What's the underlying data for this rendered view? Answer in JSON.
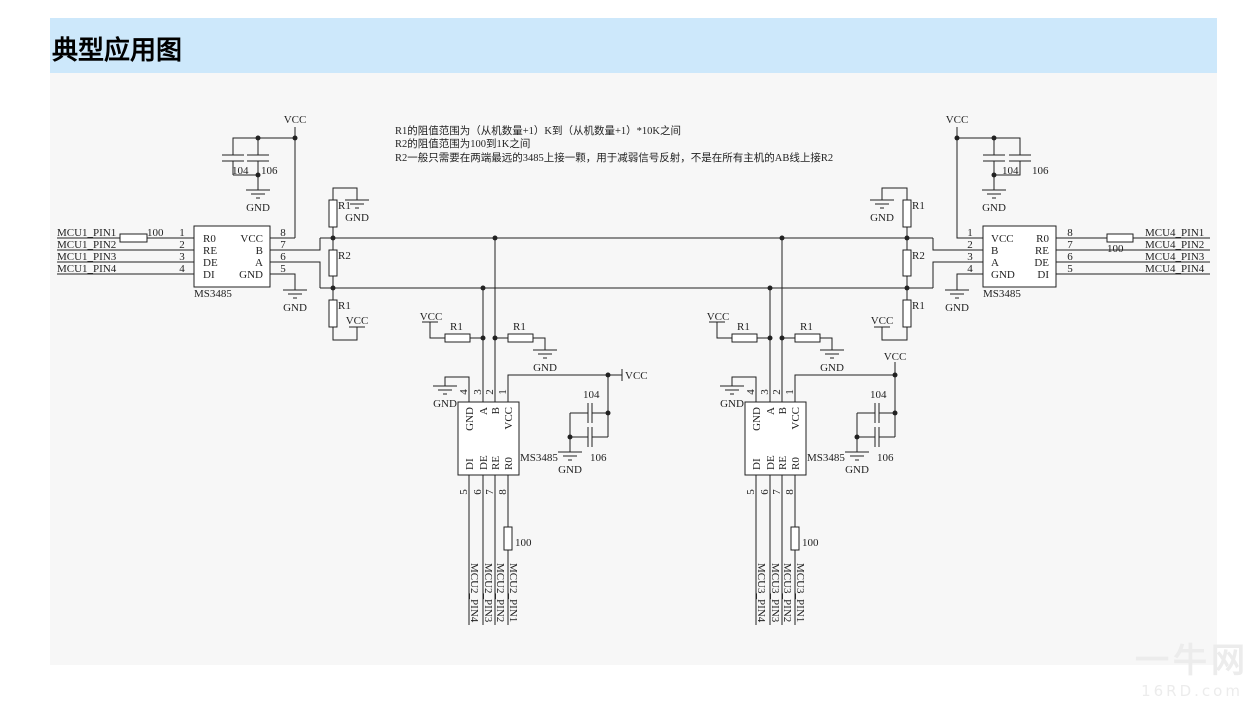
{
  "header": {
    "title": "典型应用图"
  },
  "notes": [
    "R1的阻值范围为（从机数量+1）K到（从机数量+1）*10K之间",
    "R2的阻值范围为100到1K之间",
    "R2一般只需要在两端最远的3485上接一颗，用于减弱信号反射，不是在所有主机的AB线上接R2"
  ],
  "labels": {
    "vcc": "VCC",
    "gnd": "GND",
    "chip": "MS3485",
    "r1": "R1",
    "r2": "R2",
    "res": "100",
    "cap1": "104",
    "cap2": "106"
  },
  "master_left": {
    "signals": [
      "MCU1_PIN1",
      "MCU1_PIN2",
      "MCU1_PIN3",
      "MCU1_PIN4"
    ],
    "left_pin_numbers": [
      "1",
      "2",
      "3",
      "4"
    ],
    "left_pin_names": [
      "R0",
      "RE",
      "DE",
      "DI"
    ],
    "right_pin_names": [
      "VCC",
      "B",
      "A",
      "GND"
    ],
    "right_pin_numbers": [
      "8",
      "7",
      "6",
      "5"
    ]
  },
  "master_right": {
    "signals": [
      "MCU4_PIN1",
      "MCU4_PIN2",
      "MCU4_PIN3",
      "MCU4_PIN4"
    ],
    "left_pin_numbers": [
      "1",
      "2",
      "3",
      "4"
    ],
    "left_pin_names": [
      "VCC",
      "B",
      "A",
      "GND"
    ],
    "right_pin_names": [
      "R0",
      "RE",
      "DE",
      "DI"
    ],
    "right_pin_numbers": [
      "8",
      "7",
      "6",
      "5"
    ]
  },
  "slave_pins": {
    "top_numbers": [
      "4",
      "3",
      "2",
      "1"
    ],
    "top_names": [
      "GND",
      "A",
      "B",
      "VCC"
    ],
    "bottom_names": [
      "DI",
      "DE",
      "RE",
      "R0"
    ],
    "bottom_numbers": [
      "5",
      "6",
      "7",
      "8"
    ]
  },
  "slaves": [
    {
      "signals": [
        "MCU2_PIN4",
        "MCU2_PIN3",
        "MCU2_PIN2",
        "MCU2_PIN1"
      ]
    },
    {
      "signals": [
        "MCU3_PIN4",
        "MCU3_PIN3",
        "MCU3_PIN2",
        "MCU3_PIN1"
      ]
    }
  ],
  "watermark": {
    "line1": "一牛网",
    "line2": "16RD.com"
  },
  "colors": {
    "header_bg": "#cde8fb",
    "wire": "#222222"
  }
}
